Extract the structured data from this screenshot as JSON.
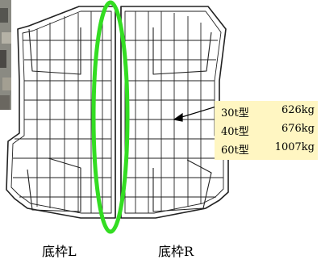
{
  "specs": [
    {
      "model": "30t型",
      "weight": "626kg"
    },
    {
      "model": "40t型",
      "weight": "676kg"
    },
    {
      "model": "60t型",
      "weight": "1007kg"
    }
  ],
  "labels": {
    "left": "底枠L",
    "right": "底枠R"
  },
  "colors": {
    "highlight": "#33dd22",
    "box": "#fff6c2"
  }
}
